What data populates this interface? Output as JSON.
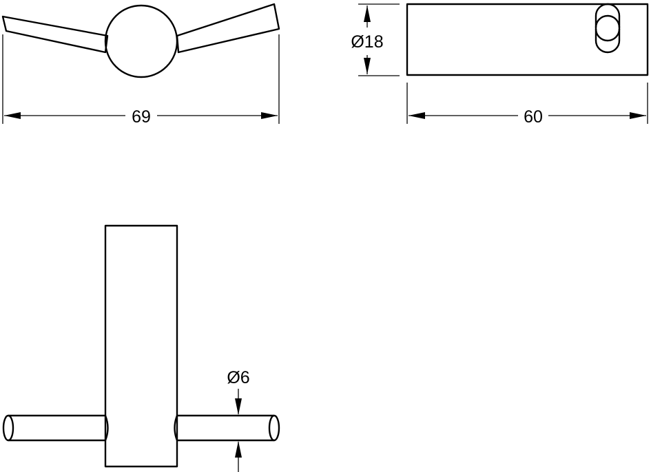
{
  "dimensions": {
    "top_width": "69",
    "side_diameter": "Ø18",
    "side_length": "60",
    "pin_diameter": "Ø6"
  },
  "colors": {
    "line": "#000000",
    "background": "#ffffff"
  }
}
